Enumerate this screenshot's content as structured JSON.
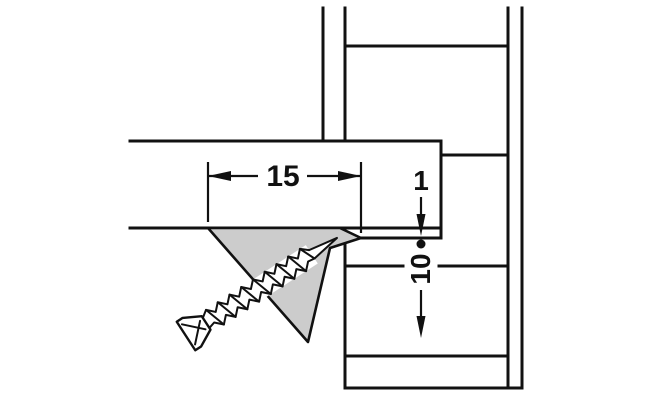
{
  "diagram": {
    "type": "technical-drawing",
    "subject": "shelf-mounting-fitting-cross-section",
    "labels": {
      "dim_width": "15",
      "dim_offset": "1",
      "dim_depth": "10"
    },
    "colors": {
      "line": "#111111",
      "wedge_fill": "#cccccc",
      "background": "#ffffff"
    }
  }
}
